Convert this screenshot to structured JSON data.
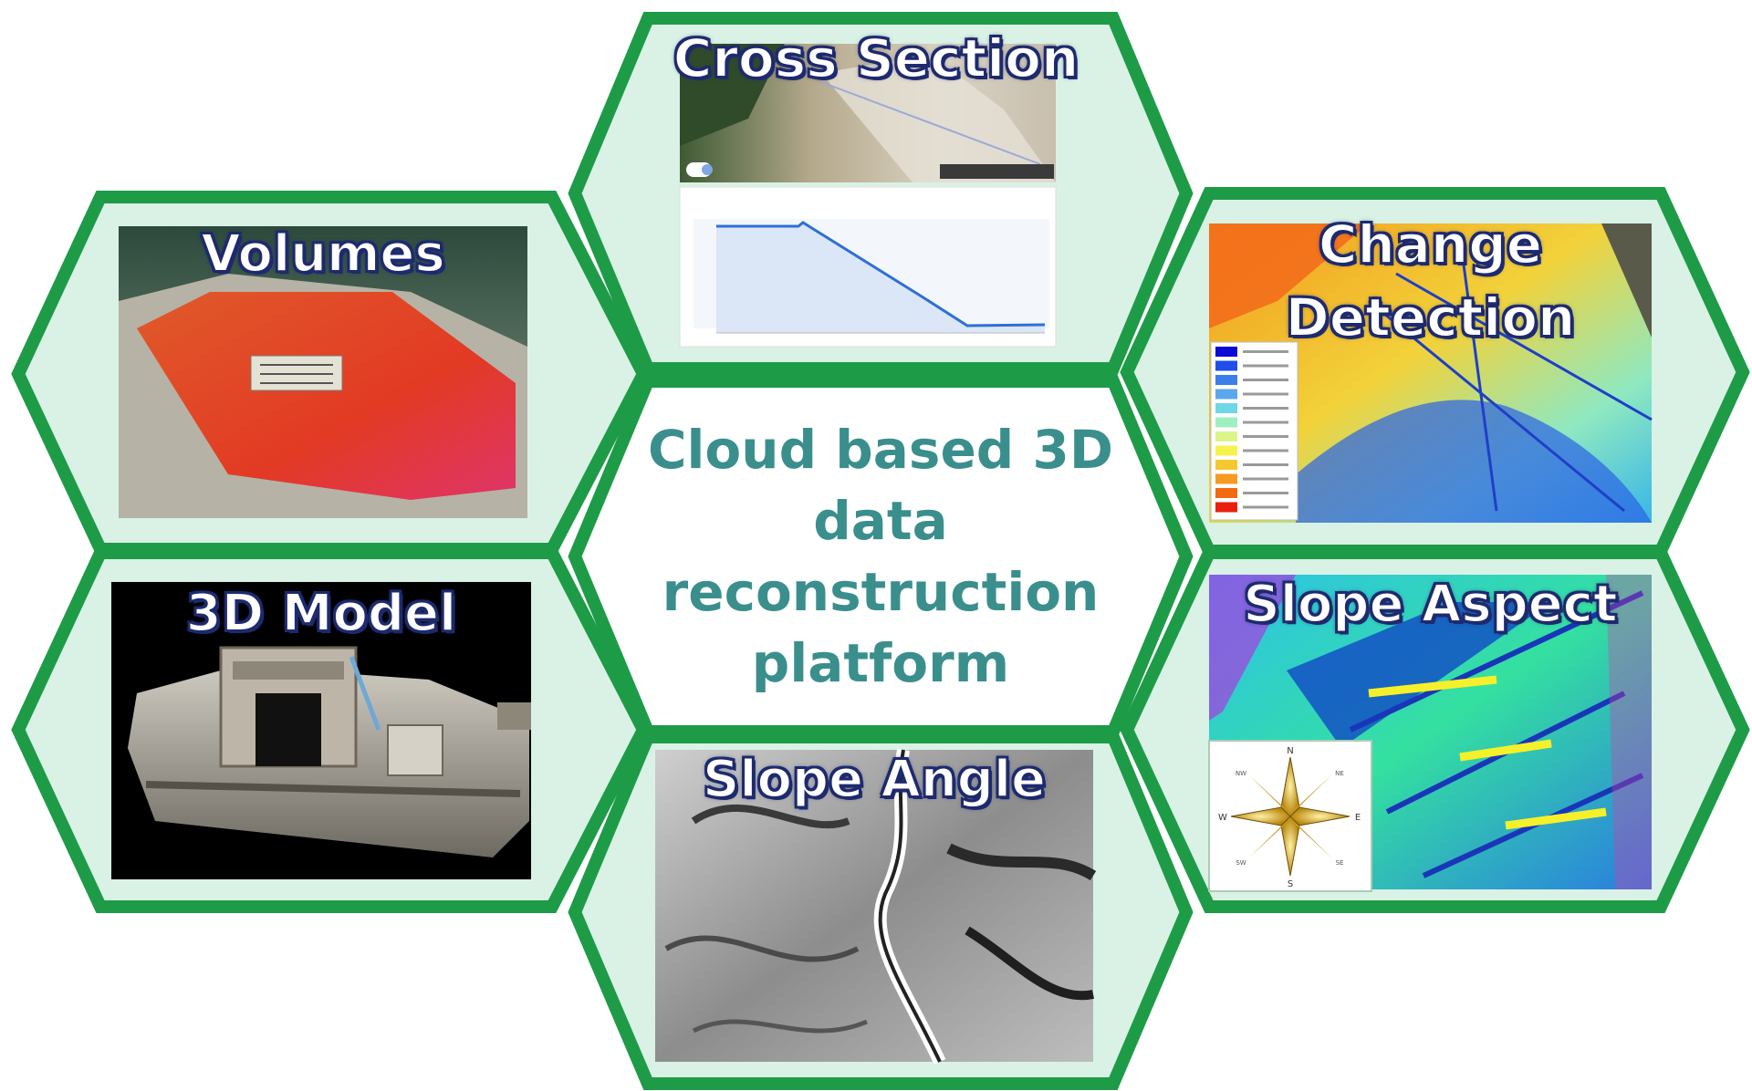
{
  "hexagons": {
    "cross_section": {
      "title": "Cross Section"
    },
    "volumes": {
      "title": "Volumes"
    },
    "change_detection": {
      "title_line1": "Change",
      "title_line2": "Detection"
    },
    "model_3d": {
      "title": "3D Model"
    },
    "slope_aspect": {
      "title": "Slope Aspect"
    },
    "slope_angle": {
      "title": "Slope Angle"
    }
  },
  "center": {
    "line1": "Cloud based 3D",
    "line2": "data",
    "line3": "reconstruction",
    "line4": "platform"
  },
  "compass": {
    "n": "N",
    "s": "S",
    "e": "E",
    "w": "W",
    "ne": "NE",
    "nw": "NW",
    "se": "SE",
    "sw": "SW"
  },
  "legend_colors": [
    "#0b0bd6",
    "#1f4ee8",
    "#3a7fe8",
    "#5aa7ec",
    "#6fd6e6",
    "#9ff0c0",
    "#dcf58a",
    "#f5f34c",
    "#f5c830",
    "#f59b22",
    "#f06a12",
    "#e82010"
  ],
  "colors": {
    "hex_border": "#1e9b47",
    "hex_fill": "#d9f2e5",
    "center_text": "#3a8f8d",
    "title_outline": "#1e2a6e"
  }
}
